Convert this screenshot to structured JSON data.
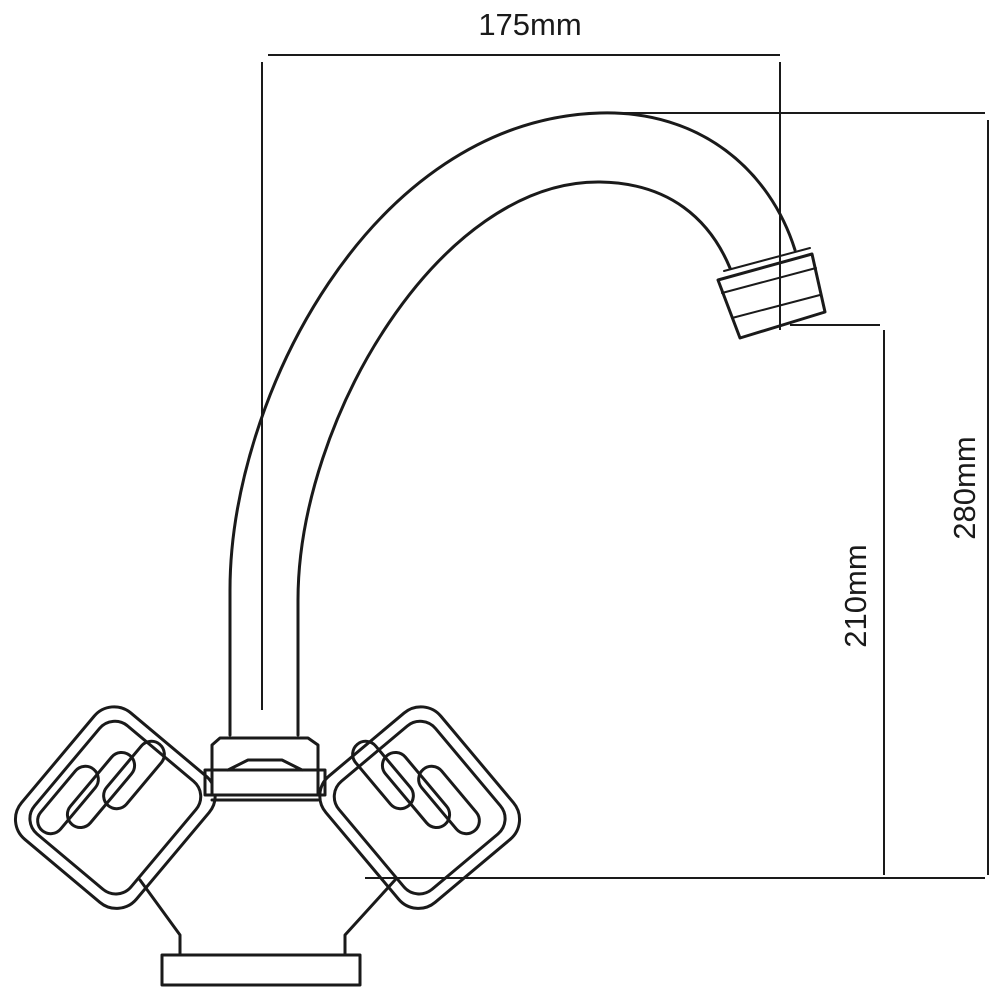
{
  "dimensions": {
    "width_label": "175mm",
    "spout_height_label": "210mm",
    "total_height_label": "280mm"
  }
}
